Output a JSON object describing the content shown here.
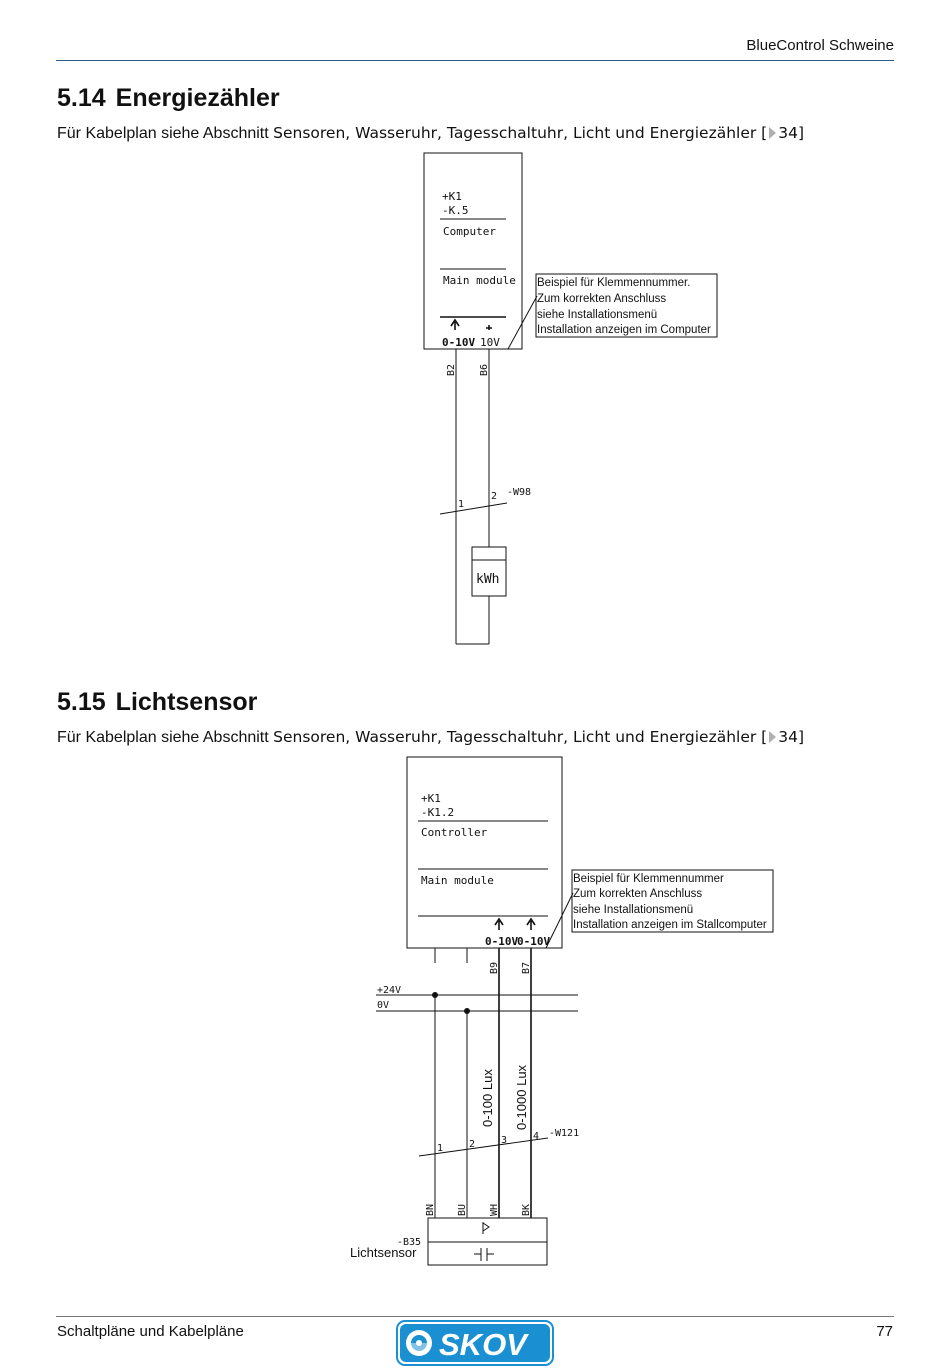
{
  "header": {
    "title": "BlueControl Schweine"
  },
  "footer": {
    "left": "Schaltpläne und Kabelpläne",
    "page": "77",
    "logo_text": "SKOV"
  },
  "sections": [
    {
      "number": "5.14",
      "title": "Energiezähler",
      "intro": "Für Kabelplan siehe Abschnitt",
      "ref_text": "Sensoren, Wasseruhr, Tagesschaltuhr, Licht und Energiezähler [",
      "ref_page": "34]",
      "diagram": {
        "box_line1": "+K1",
        "box_line2": "-K.5",
        "box_label1": "Computer",
        "box_label2": "Main module",
        "terminal_left": "0-10V",
        "terminal_right": "10V",
        "wire_left": "B2",
        "wire_right": "B6",
        "cable_num1": "1",
        "cable_num2": "2",
        "cable_id": "-W98",
        "device": "kWh",
        "note": [
          "Beispiel für Klemmennummer.",
          "Zum korrekten Anschluss",
          "siehe Installationsmenü",
          "Installation anzeigen im Computer"
        ]
      }
    },
    {
      "number": "5.15",
      "title": "Lichtsensor",
      "intro": "Für Kabelplan siehe Abschnitt",
      "ref_text": "Sensoren, Wasseruhr, Tagesschaltuhr, Licht und Energiezähler [",
      "ref_page": "34]",
      "diagram": {
        "box_line1": "+K1",
        "box_line2": "-K1.2",
        "box_label1": "Controller",
        "box_label2": "Main module",
        "terminal_left": "0-10V",
        "terminal_right": "0-10V",
        "wire_left": "B9",
        "wire_right": "B7",
        "bus_top": "+24V",
        "bus_bottom": "0V",
        "range_left": "0-100 Lux",
        "range_right": "0-1000 Lux",
        "cable_nums": [
          "1",
          "2",
          "3",
          "4"
        ],
        "cable_id": "-W121",
        "wire_colors": [
          "BN",
          "BU",
          "WH",
          "BK"
        ],
        "sensor_id": "-B35",
        "sensor_name": "Lichtsensor",
        "note": [
          "Beispiel für Klemmennummer",
          "Zum korrekten Anschluss",
          "siehe Installationsmenü",
          "Installation anzeigen im Stallcomputer"
        ]
      }
    }
  ]
}
